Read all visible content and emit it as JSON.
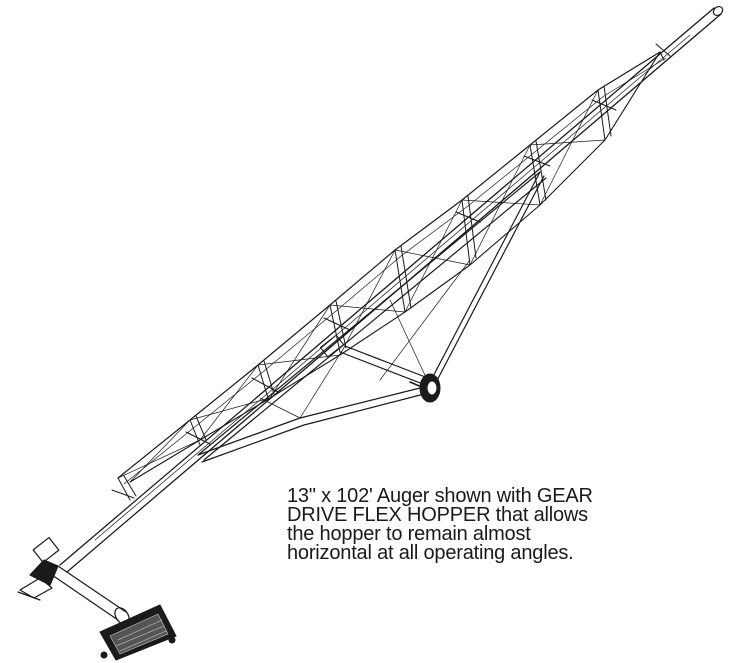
{
  "caption": {
    "lines": [
      "13\" x 102' Auger shown with GEAR",
      "DRIVE FLEX HOPPER that allows",
      "the hopper to remain almost",
      "horizontal at all operating angles."
    ]
  },
  "colors": {
    "line": "#1a1a1a",
    "background": "#ffffff"
  },
  "icons": [
    "auger-illustration",
    "transport-wheel-icon",
    "flex-hopper-icon"
  ]
}
